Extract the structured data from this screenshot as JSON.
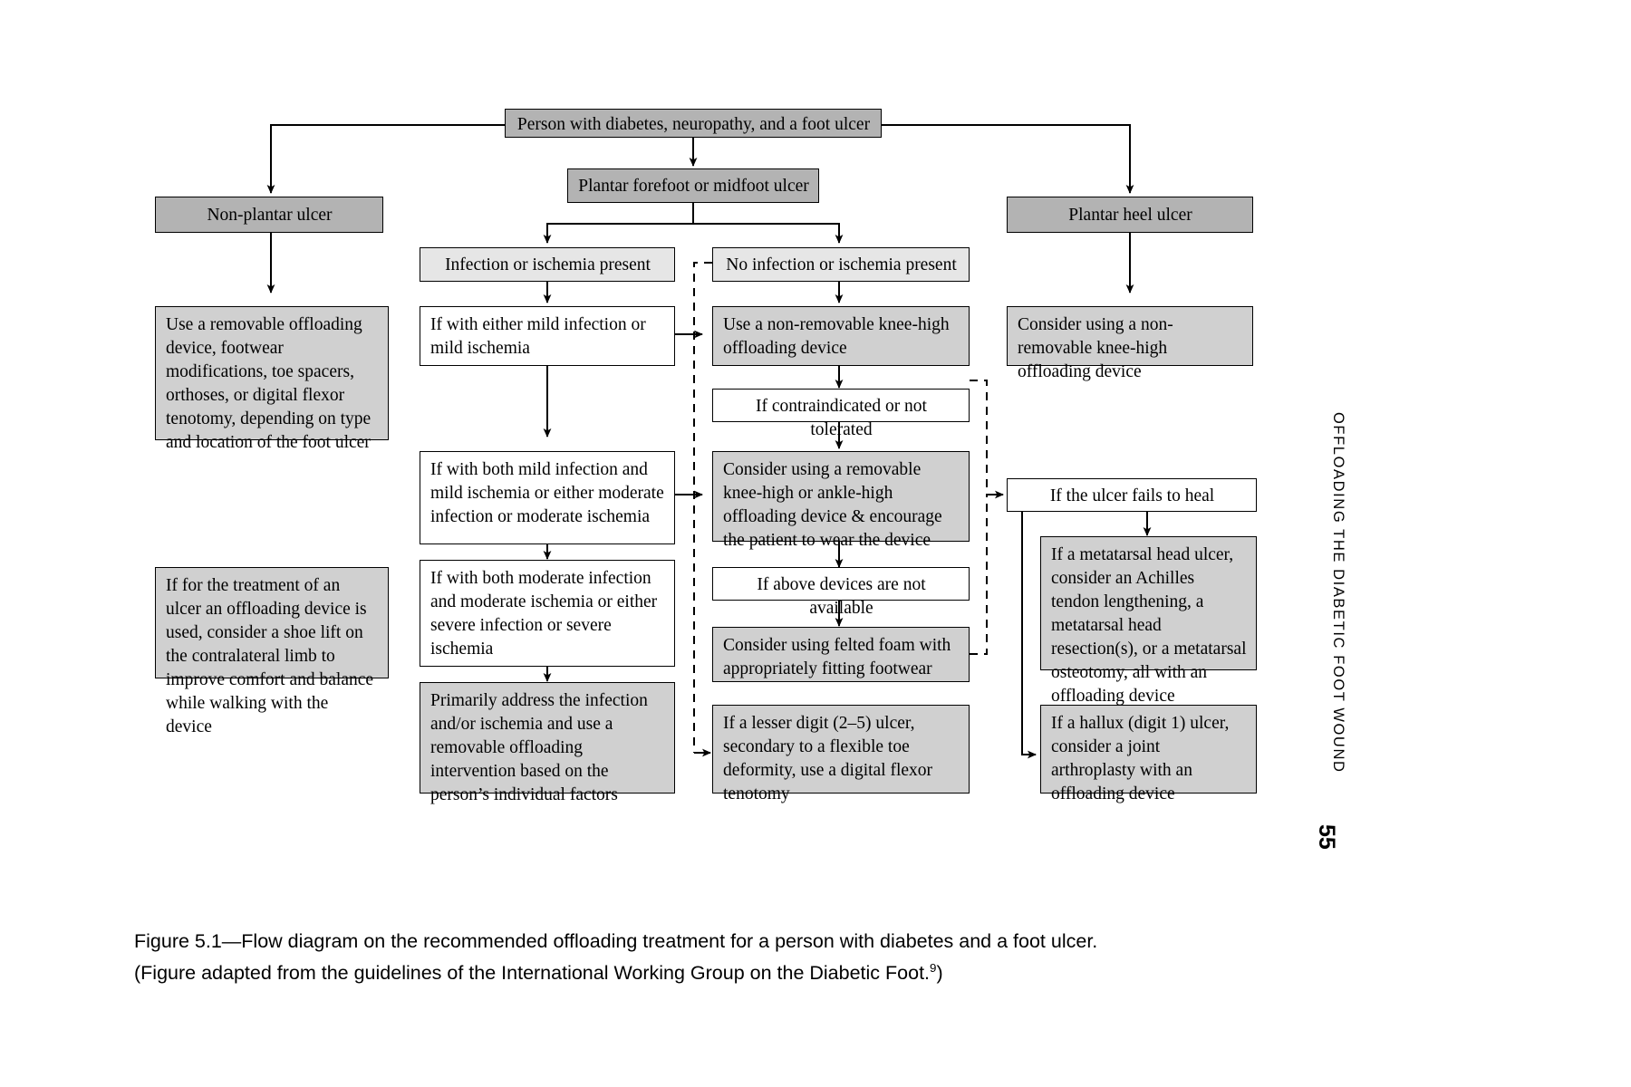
{
  "figure": {
    "caption_line1": "Figure 5.1—Flow diagram on the recommended offloading treatment for a person with diabetes and a foot ulcer.",
    "caption_line2_pre": "(Figure adapted from the guidelines of the International Working Group on the Diabetic Foot.",
    "caption_line2_sup": "9",
    "caption_line2_post": ")"
  },
  "running_header": {
    "title": "OFFLOADING THE DIABETIC FOOT WOUND",
    "page_number": "55"
  },
  "colors": {
    "dark_fill": "#b3b3b3",
    "mid_fill": "#d0d0d0",
    "light_fill": "#e6e6e6",
    "white_fill": "#ffffff",
    "stroke": "#000000"
  },
  "nodes": {
    "root": "Person with diabetes, neuropathy, and a foot ulcer",
    "nonplantar": "Non-plantar ulcer",
    "plantar_forefoot": "Plantar forefoot or midfoot ulcer",
    "plantar_heel": "Plantar heel ulcer",
    "nonplantar_treatment": "Use a removable offloading device, footwear modifications, toe spacers, orthoses, or digital flexor tenotomy, depending on type and location of the foot ulcer",
    "nonplantar_shoelift": "If for the treatment of an ulcer an offloading device is used, consider a shoe lift on the contralateral limb to improve comfort and balance while walking with the device",
    "infection_present": "Infection or ischemia present",
    "no_infection": "No infection or ischemia present",
    "mild": "If with either mild infection or mild ischemia",
    "moderate": "If with both mild infection and mild ischemia or either moderate infection or moderate ischemia",
    "severe": "If with both moderate infection and moderate ischemia or either severe infection or severe ischemia",
    "primarily_address": "Primarily address the infection and/or ischemia and use a removable offloading intervention based on the person’s individual factors",
    "nonremovable_knee": "Use a non-removable knee-high offloading device",
    "contraindicated": "If contraindicated or not tolerated",
    "removable_knee_ankle": "Consider using a removable knee-high or ankle-high offloading device & encourage the patient to wear the device",
    "not_available": "If above devices are not available",
    "felted_foam": "Consider using felted foam with appropriately fitting footwear",
    "lesser_digit": "If a lesser digit (2–5) ulcer, secondary to a flexible toe deformity, use a digital flexor tenotomy",
    "heel_nonremovable": "Consider using a non-removable knee-high offloading device",
    "fails_to_heal": "If the ulcer fails to heal",
    "metatarsal": "If a metatarsal head ulcer, consider an Achilles tendon lengthening, a metatarsal head resection(s), or a metatarsal osteotomy, all with an offloading device",
    "hallux": "If a hallux (digit 1) ulcer, consider a joint arthroplasty with an offloading device"
  }
}
